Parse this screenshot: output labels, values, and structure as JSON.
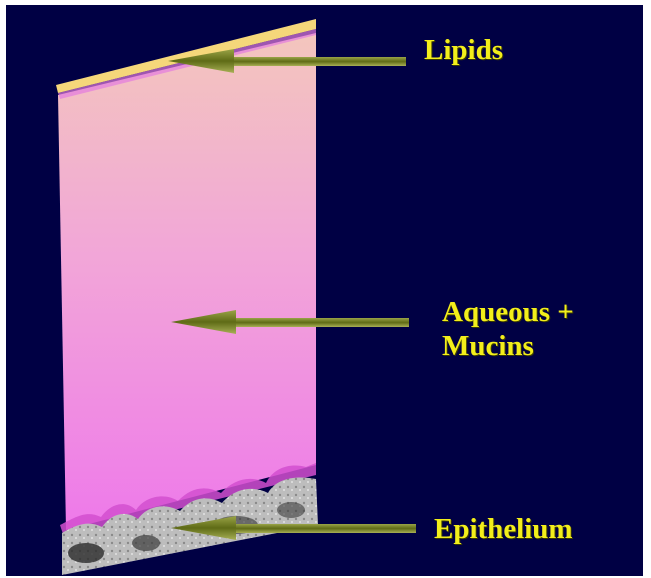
{
  "labels": {
    "lipids": "Lipids",
    "aqueous_line1": "Aqueous +",
    "aqueous_line2": "Mucins",
    "epithelium": "Epithelium"
  },
  "colors": {
    "background": "#000044",
    "label_text": "#f2ee1b",
    "lipid_layer": "#f5d77a",
    "aqueous_top": "#f2c3bf",
    "aqueous_bottom": "#ef7fe9",
    "arrow": "#6f7c22"
  }
}
